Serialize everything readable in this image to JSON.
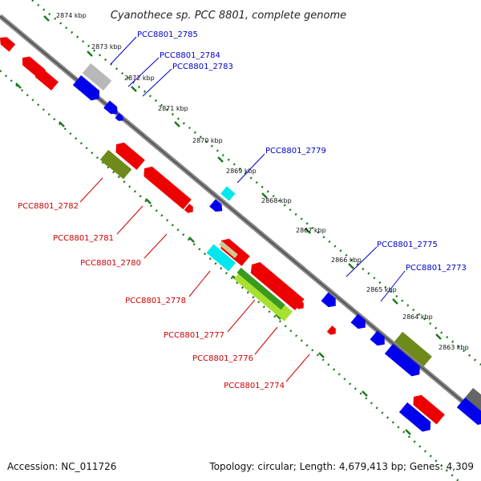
{
  "title": "Cyanothece sp. PCC 8801, complete genome",
  "accession": "Accession: NC_011726",
  "summary": "Topology: circular; Length: 4,679,413 bp; Genes: 4,309",
  "colors": {
    "backbone": "#8a8a8a",
    "forward_label": "#0000cc",
    "reverse_label": "#cc0000",
    "ticks": "#1a7a1a"
  },
  "kbp_ticks": [
    "2874 kbp",
    "2873 kbp",
    "2872 kbp",
    "2871 kbp",
    "2870 kbp",
    "2869 kbp",
    "2868 kbp",
    "2867 kbp",
    "2866 kbp",
    "2865 kbp",
    "2864 kbp",
    "2863 kbp"
  ],
  "forward_labels": [
    "PCC8801_2785",
    "PCC8801_2784",
    "PCC8801_2783",
    "PCC8801_2779",
    "PCC8801_2775",
    "PCC8801_2773"
  ],
  "reverse_labels": [
    "PCC8801_2782",
    "PCC8801_2781",
    "PCC8801_2780",
    "PCC8801_2778",
    "PCC8801_2777",
    "PCC8801_2776",
    "PCC8801_2774"
  ],
  "feature_colors": [
    "#ee0000",
    "#0000ee",
    "#b8b8b8",
    "#00e8ee",
    "#6e8a1a",
    "#ee0000",
    "#a8e030",
    "#d0c890",
    "#666666"
  ]
}
